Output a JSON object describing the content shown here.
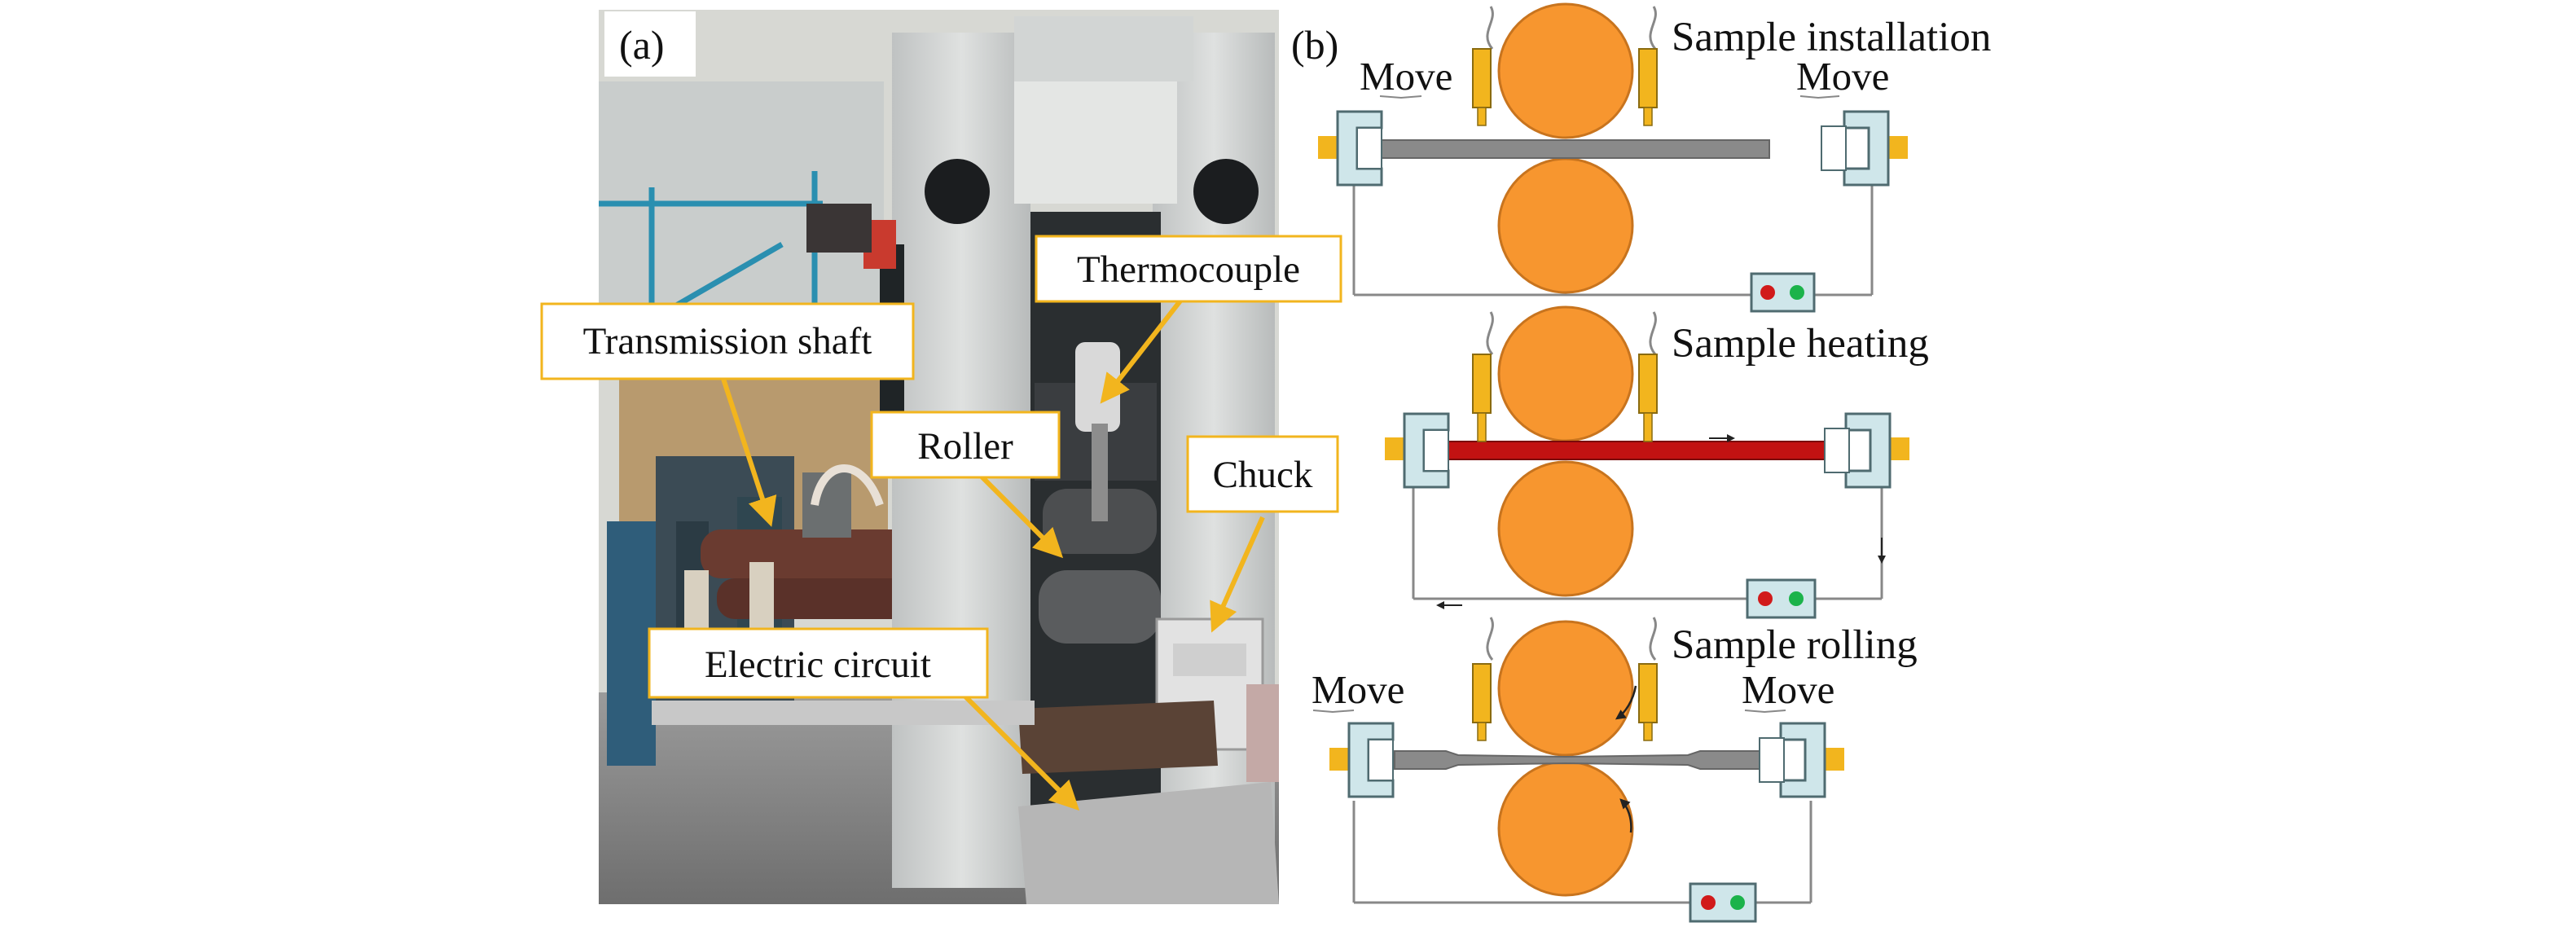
{
  "panel_a": {
    "label": "(a)",
    "callouts": {
      "thermocouple": "Thermocouple",
      "transmission_shaft": "Transmission shaft",
      "roller": "Roller",
      "chuck": "Chuck",
      "electric_circuit": "Electric circuit"
    }
  },
  "panel_b": {
    "label": "(b)",
    "steps": {
      "installation": "Sample installation",
      "heating": "Sample heating",
      "rolling": "Sample rolling"
    },
    "move_label": "Move"
  },
  "colors": {
    "roller": "#f7962f",
    "roller_edge": "#c8741e",
    "electrode": "#f2b51e",
    "chuck": "#cfe6ea",
    "chuck_edge": "#4f6b70",
    "bar_cold": "#8a8a8a",
    "bar_hot": "#c21212",
    "callout_border": "#f2b51e",
    "arrow": "#f2b51e",
    "indicator_red": "#d11a1a",
    "indicator_green": "#1bb34a"
  }
}
